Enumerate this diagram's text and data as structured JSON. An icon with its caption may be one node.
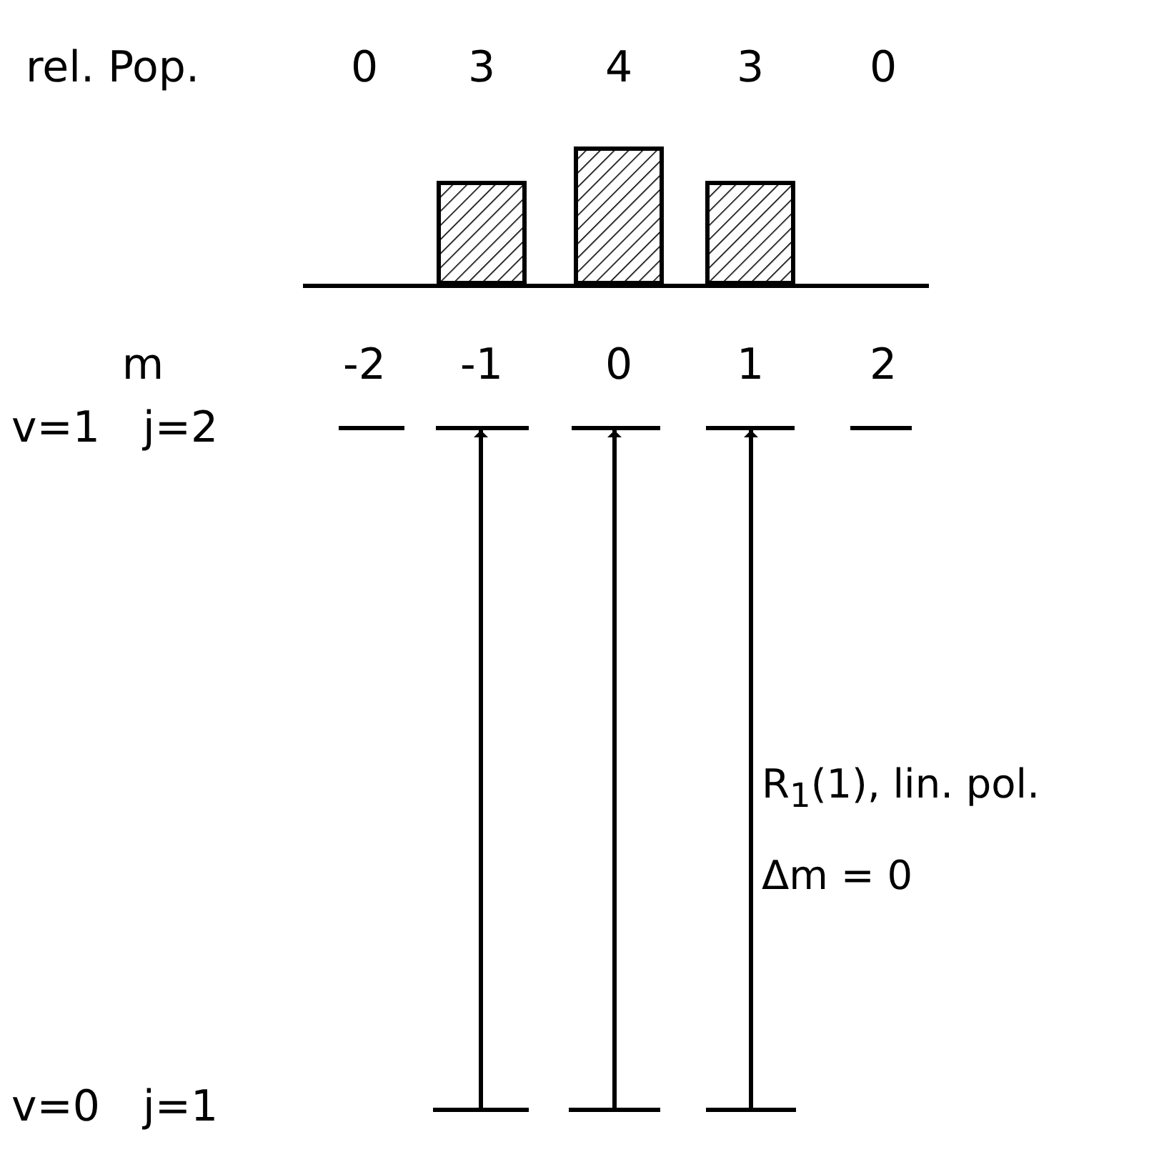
{
  "diagram": {
    "nodes": [
      {
        "text": [],
        "shape": "bar"
      },
      {
        "text": [],
        "shape": "bar"
      },
      {
        "text": [],
        "shape": "bar"
      },
      {
        "text": [],
        "shape": "bar"
      },
      {
        "text": [],
        "shape": "bar"
      },
      {
        "text": [],
        "shape": "bar"
      },
      {
        "text": [],
        "shape": "bar"
      },
      {
        "text": [],
        "shape": "bar"
      }
    ],
    "edges": [
      {
        "from": 5,
        "to": 1,
        "arrow": "to"
      },
      {
        "from": 6,
        "to": 2,
        "arrow": "to"
      },
      {
        "from": 7,
        "to": 3,
        "arrow": "to"
      }
    ],
    "labels": [
      "v=1",
      "j=2",
      "R$_{1}$(1), lin. pol.",
      "Δm = 0",
      "v=0",
      "j=1"
    ],
    "chart_data": {
      "type": "bar",
      "xlabel": "m",
      "ylabel": "rel. Pop.",
      "categories": [
        "-2",
        "-1",
        "0",
        "1",
        "2"
      ],
      "values": [
        0,
        3,
        4,
        3,
        0
      ],
      "data_labels": true
    }
  }
}
